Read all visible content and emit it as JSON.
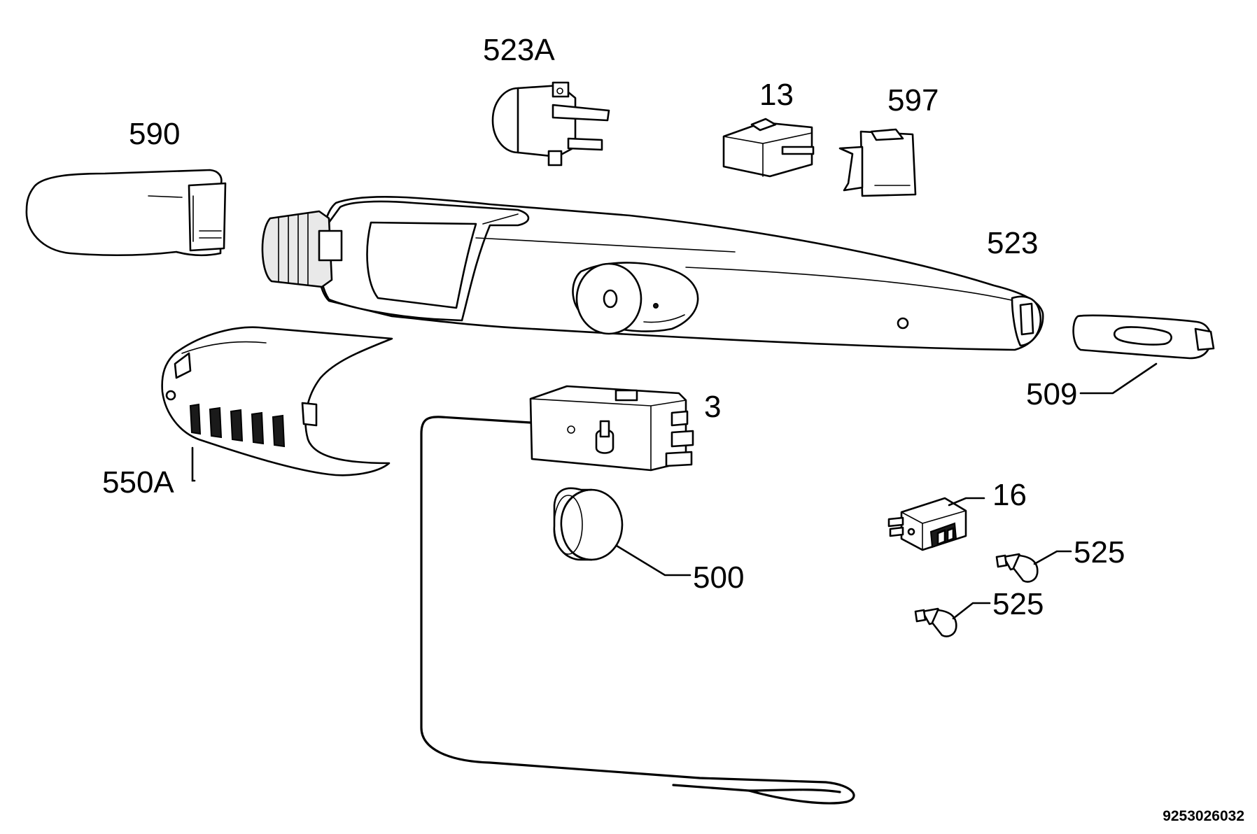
{
  "labels": {
    "p523a": "523A",
    "p13": "13",
    "p597": "597",
    "p590": "590",
    "p523": "523",
    "p509": "509",
    "p3": "3",
    "p550a": "550A",
    "p16": "16",
    "p500": "500",
    "p525a": "525",
    "p525b": "525"
  },
  "document_number": "9253026032"
}
